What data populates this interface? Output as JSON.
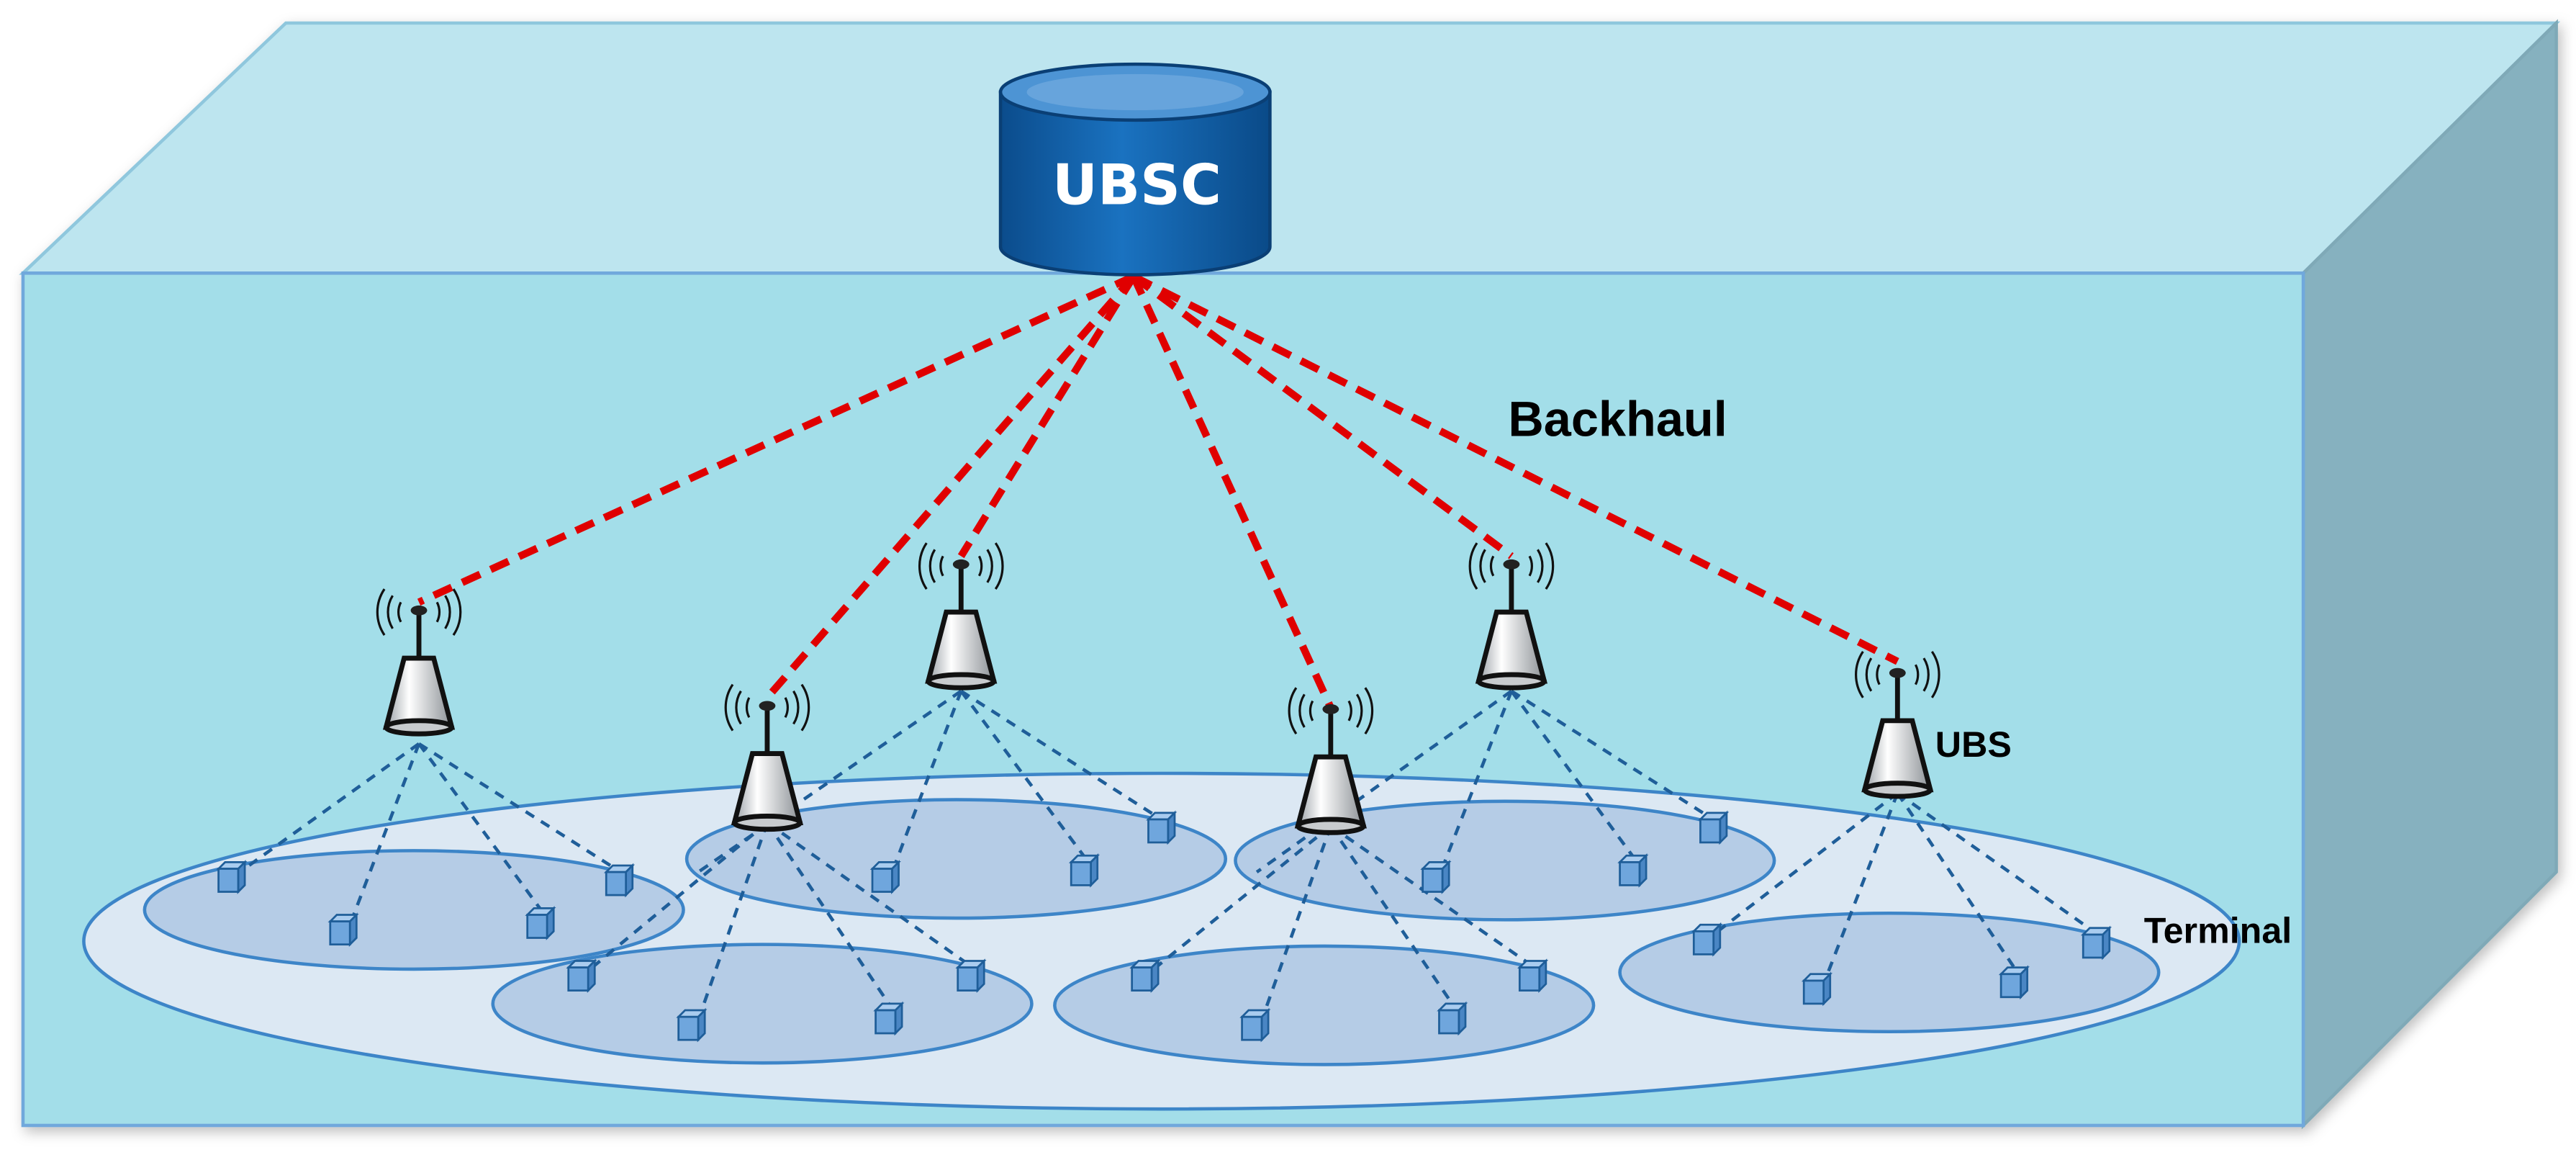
{
  "labels": {
    "controller": "UBSC",
    "backhaul": "Backhaul",
    "base_station": "UBS",
    "terminal": "Terminal"
  },
  "colors": {
    "box_top": "#BDE5EF",
    "box_front": "#A3DEE9",
    "box_side": "#86B1BF",
    "box_edge": "#6FA8DC",
    "backhaul_link": "#E00000",
    "access_link": "#1F5E99",
    "cell_fill": "#B5CCE6",
    "cell_stroke": "#3D85C8",
    "coverage_fill": "#DCE8F3",
    "terminal_fill": "#6FA6DD",
    "cylinder_body": "#0F5FA8",
    "cylinder_top": "#4D94D4"
  },
  "icons": {
    "controller": "database-cylinder-icon",
    "base_station": "antenna-tower-icon",
    "terminal": "cube-icon"
  }
}
